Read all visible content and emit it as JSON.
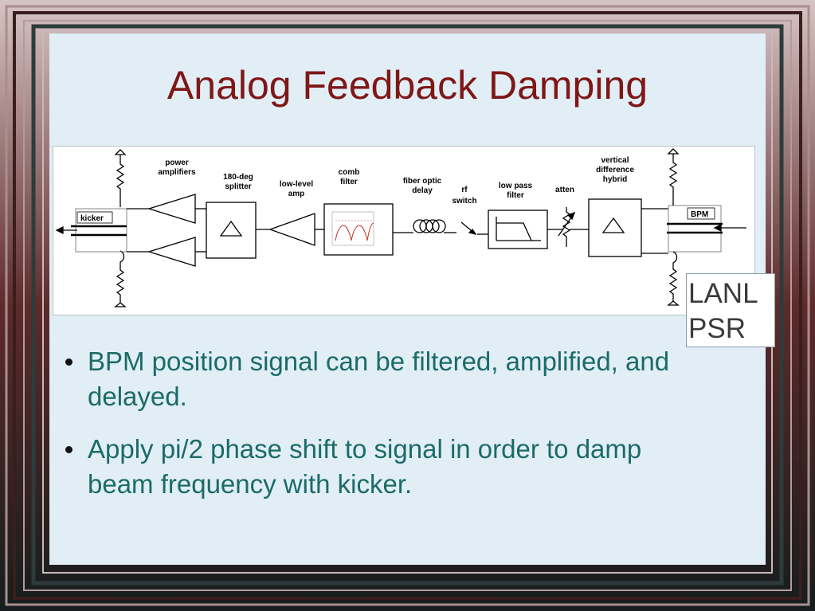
{
  "slide": {
    "title": "Analog Feedback Damping",
    "badge": {
      "line1": "LANL",
      "line2": "PSR"
    },
    "bullets": [
      "BPM position signal can be filtered, amplified, and delayed.",
      "Apply pi/2 phase shift to signal in order to damp beam frequency with kicker."
    ]
  },
  "diagram": {
    "labels": {
      "kicker": "kicker",
      "power_amplifiers_1": "power",
      "power_amplifiers_2": "amplifiers",
      "splitter_1": "180-deg",
      "splitter_2": "splitter",
      "low_level_amp_1": "low-level",
      "low_level_amp_2": "amp",
      "comb_filter_1": "comb",
      "comb_filter_2": "filter",
      "fiber_optic_delay_1": "fiber optic",
      "fiber_optic_delay_2": "delay",
      "rf_switch_1": "rf",
      "rf_switch_2": "switch",
      "low_pass_filter_1": "low pass",
      "low_pass_filter_2": "filter",
      "atten": "atten",
      "hybrid_1": "vertical",
      "hybrid_2": "difference",
      "hybrid_3": "hybrid",
      "bpm": "BPM"
    }
  },
  "colors": {
    "title": "#7f1717",
    "bullet_text": "#1b6b68",
    "slide_background": "#e1eef6",
    "comb_curve": "#c0392b"
  }
}
